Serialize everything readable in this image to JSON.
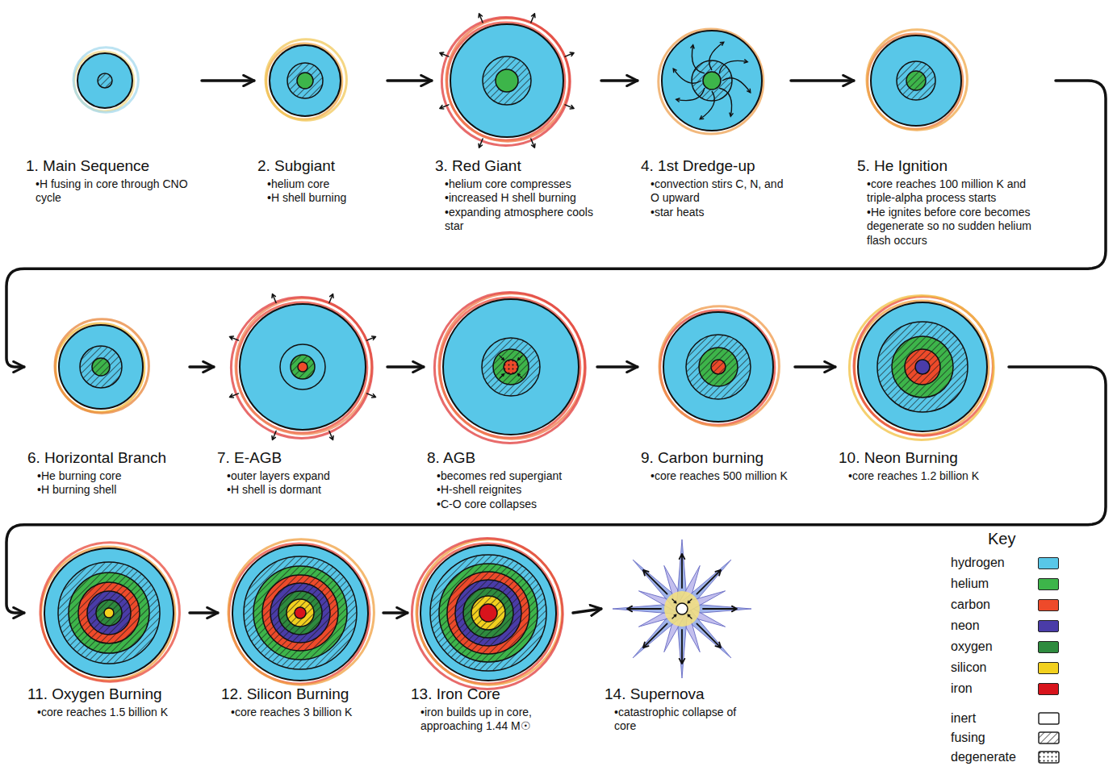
{
  "diagram": {
    "nodes": [
      {
        "text": [
          "1. Main Sequence",
          "•H fusing in core through CNO cycle"
        ]
      },
      {
        "text": [
          "2. Subgiant",
          "•helium core",
          "•H shell burning"
        ]
      },
      {
        "text": [
          "3. Red Giant",
          "•helium core compresses",
          "•increased H shell burning",
          "•expanding atmosphere cools star"
        ]
      },
      {
        "text": [
          "4. 1st Dredge-up",
          "•convection stirs C, N, and O upward",
          "•star heats"
        ]
      },
      {
        "text": [
          "5. He Ignition",
          "•core reaches 100 million K and triple-alpha process starts",
          "•He ignites before core becomes degenerate so no sudden helium flash occurs"
        ]
      },
      {
        "text": [
          "6. Horizontal Branch",
          "•He burning core",
          "•H burning shell"
        ]
      },
      {
        "text": [
          "7. E-AGB",
          "•outer layers expand",
          "•H shell is dormant"
        ]
      },
      {
        "text": [
          "8. AGB",
          "•becomes red supergiant",
          "•H-shell reignites",
          "•C-O core collapses"
        ]
      },
      {
        "text": [
          "9. Carbon burning",
          "•core reaches 500 million K"
        ]
      },
      {
        "text": [
          "10. Neon Burning",
          "•core reaches 1.2 billion K"
        ]
      },
      {
        "text": [
          "11. Oxygen Burning",
          "•core reaches 1.5 billion K"
        ]
      },
      {
        "text": [
          "12. Silicon Burning",
          "•core reaches 3 billion K"
        ]
      },
      {
        "text": [
          "13. Iron Core",
          "•iron builds up in core, approaching 1.44 M☉"
        ]
      },
      {
        "text": [
          "14. Supernova",
          "•catastrophic collapse of core"
        ]
      }
    ],
    "edges": [
      {
        "from": 0,
        "to": 1,
        "arrow": "to"
      },
      {
        "from": 1,
        "to": 2,
        "arrow": "to"
      },
      {
        "from": 2,
        "to": 3,
        "arrow": "to"
      },
      {
        "from": 3,
        "to": 4,
        "arrow": "to"
      },
      {
        "from": 4,
        "to": 5,
        "arrow": "to"
      },
      {
        "from": 5,
        "to": 6,
        "arrow": "to"
      },
      {
        "from": 6,
        "to": 7,
        "arrow": "to"
      },
      {
        "from": 7,
        "to": 8,
        "arrow": "to"
      },
      {
        "from": 8,
        "to": 9,
        "arrow": "to"
      },
      {
        "from": 9,
        "to": 10,
        "arrow": "to"
      },
      {
        "from": 10,
        "to": 11,
        "arrow": "to"
      },
      {
        "from": 11,
        "to": 12,
        "arrow": "to"
      },
      {
        "from": 12,
        "to": 13,
        "arrow": "to"
      }
    ],
    "labels": [
      "Key"
    ],
    "legend": [
      {
        "text": "hydrogen",
        "color": "#58c7e8"
      },
      {
        "text": "helium",
        "color": "#3db54a"
      },
      {
        "text": "carbon",
        "color": "#ee4a2a"
      },
      {
        "text": "neon",
        "color": "#4a3ca8"
      },
      {
        "text": "oxygen",
        "color": "#2e8b3e"
      },
      {
        "text": "silicon",
        "color": "#f2d01e"
      },
      {
        "text": "iron",
        "color": "#d8141c"
      },
      {
        "text": "inert"
      },
      {
        "text": "fusing"
      },
      {
        "text": "degenerate"
      }
    ]
  }
}
